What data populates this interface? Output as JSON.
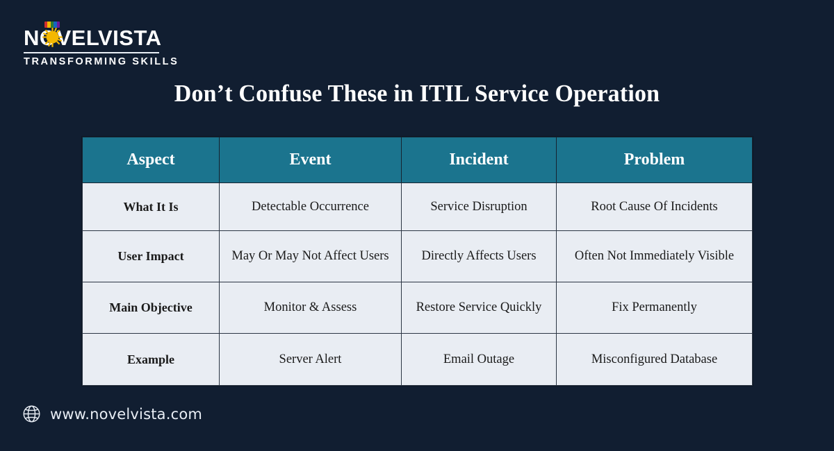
{
  "brand": {
    "name_prefix": "N",
    "name_suffix": "VELVISTA",
    "full_name": "NOVELVISTA",
    "tagline": "TRANSFORMING SKILLS",
    "sun_color": "#f5b800",
    "flag_colors": [
      "#d32f2f",
      "#f5b800",
      "#2e7d32",
      "#1565c0",
      "#6a1b9a"
    ]
  },
  "header": {
    "title": "Don’t Confuse These in ITIL Service Operation"
  },
  "table": {
    "header_bg": "#1b748e",
    "cell_bg": "#e9edf3",
    "columns": [
      "Aspect",
      "Event",
      "Incident",
      "Problem"
    ],
    "rows": [
      {
        "aspect": "What It Is",
        "event": "Detectable Occurrence",
        "incident": "Service Disruption",
        "problem": "Root Cause Of Incidents"
      },
      {
        "aspect": "User Impact",
        "event": "May Or May Not Affect Users",
        "incident": "Directly Affects Users",
        "problem": "Often Not Immediately Visible"
      },
      {
        "aspect": "Main Objective",
        "event": "Monitor & Assess",
        "incident": "Restore Service Quickly",
        "problem": "Fix Permanently"
      },
      {
        "aspect": "Example",
        "event": "Server Alert",
        "incident": "Email Outage",
        "problem": "Misconfigured Database"
      }
    ]
  },
  "footer": {
    "icon": "globe-icon",
    "url": "www.novelvista.com"
  },
  "background_color": "#111e31"
}
